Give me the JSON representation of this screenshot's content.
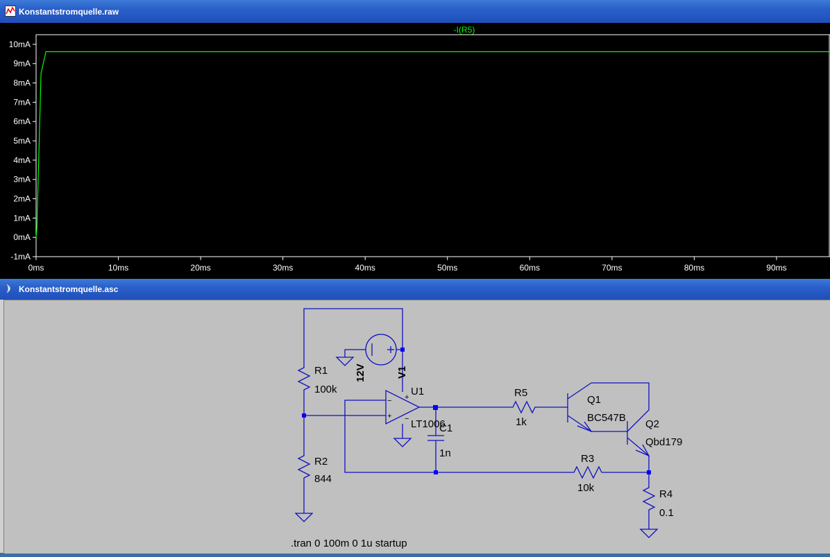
{
  "waveform_window": {
    "title": "Konstantstromquelle.raw",
    "icon": "waveform-icon"
  },
  "chart_data": {
    "type": "line",
    "title": "",
    "series": [
      {
        "name": "-I(R5)",
        "color": "#00ff00",
        "x": [
          0,
          0.1,
          0.6,
          1.2,
          100
        ],
        "y": [
          0,
          0.5,
          8.5,
          9.62,
          9.62
        ]
      }
    ],
    "xlabel": "",
    "ylabel": "",
    "xlim": [
      0,
      96.5
    ],
    "ylim": [
      -1,
      10.5
    ],
    "x_ticks": [
      0,
      10,
      20,
      30,
      40,
      50,
      60,
      70,
      80,
      90
    ],
    "x_tick_labels": [
      "0ms",
      "10ms",
      "20ms",
      "30ms",
      "40ms",
      "50ms",
      "60ms",
      "70ms",
      "80ms",
      "90ms"
    ],
    "y_ticks": [
      -1,
      0,
      1,
      2,
      3,
      4,
      5,
      6,
      7,
      8,
      9,
      10
    ],
    "y_tick_labels": [
      "-1mA",
      "0mA",
      "1mA",
      "2mA",
      "3mA",
      "4mA",
      "5mA",
      "6mA",
      "7mA",
      "8mA",
      "9mA",
      "10mA"
    ],
    "grid": false,
    "legend": "top-center"
  },
  "schematic_window": {
    "title": "Konstantstromquelle.asc",
    "icon": "schematic-icon",
    "labels": {
      "r1_name": "R1",
      "r1_value": "100k",
      "r2_name": "R2",
      "r2_value": "844",
      "v1_name": "V1",
      "v1_value": "12V",
      "u1_name": "U1",
      "u1_value": "LT1006",
      "c1_name": "C1",
      "c1_value": "1n",
      "r5_name": "R5",
      "r5_value": "1k",
      "q1_name": "Q1",
      "q1_value": "BC547B",
      "q2_name": "Q2",
      "q2_value": "Qbd179",
      "r3_name": "R3",
      "r3_value": "10k",
      "r4_name": "R4",
      "r4_value": "0.1",
      "opamp_plus": "+",
      "opamp_minus": "−",
      "opamp_in_minus": "−",
      "opamp_in_plus": "+",
      "v1_plus": "+",
      "directive": ".tran 0 100m 0 1u startup"
    }
  },
  "colors": {
    "wire": "#1010c0",
    "junction": "#0000ff",
    "axis": "#ffffff",
    "trace": "#00ff00",
    "schematic_bg": "#c0c0c0"
  }
}
